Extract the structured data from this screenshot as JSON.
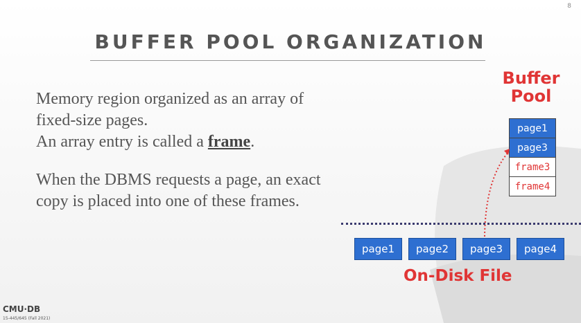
{
  "slide": {
    "page_number": "8",
    "title": "BUFFER POOL ORGANIZATION",
    "paragraph1": {
      "line1": "Memory region organized as an array of fixed-size pages.",
      "line2_prefix": "An array entry is called a ",
      "line2_term": "frame",
      "line2_suffix": "."
    },
    "paragraph2": "When the DBMS requests a page, an exact copy is placed into one of these frames."
  },
  "buffer_pool": {
    "label_line1": "Buffer",
    "label_line2": "Pool",
    "slots": [
      "page1",
      "page3",
      "frame3",
      "frame4"
    ]
  },
  "disk": {
    "pages": [
      "page1",
      "page2",
      "page3",
      "page4"
    ],
    "label": "On-Disk File"
  },
  "footer": {
    "logo": "CMU·DB",
    "course": "15-445/645 (Fall 2021)"
  },
  "colors": {
    "accent_red": "#e03535",
    "page_blue": "#2e6fd1"
  }
}
